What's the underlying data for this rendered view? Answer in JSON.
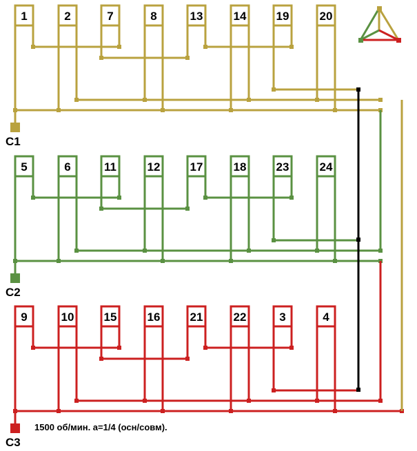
{
  "phases": [
    {
      "terminal": "C1",
      "color": "#b9a23f",
      "coils": [
        "1",
        "2",
        "7",
        "8",
        "13",
        "14",
        "19",
        "20"
      ]
    },
    {
      "terminal": "C2",
      "color": "#5a9142",
      "coils": [
        "5",
        "6",
        "11",
        "12",
        "17",
        "18",
        "23",
        "24"
      ]
    },
    {
      "terminal": "C3",
      "color": "#cc2020",
      "coils": [
        "9",
        "10",
        "15",
        "16",
        "21",
        "22",
        "3",
        "4"
      ]
    }
  ],
  "star_color": "#000000",
  "note": "1500 об/мин. a=1/4 (осн/совм)."
}
